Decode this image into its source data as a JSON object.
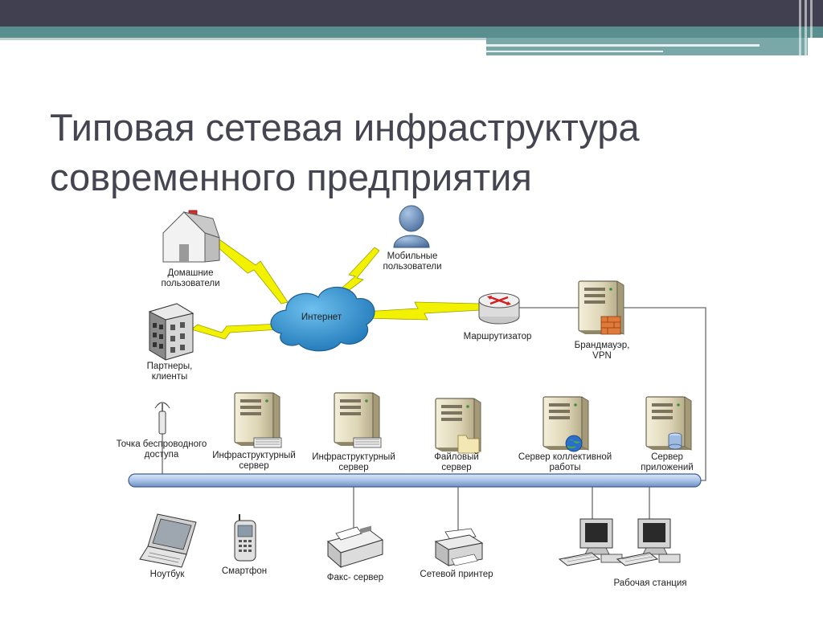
{
  "slide": {
    "title_line1": "Типовая сетевая инфраструктура",
    "title_line2": "современного предприятия"
  },
  "colors": {
    "header_dark": "#404050",
    "header_teal": "#5a8f8f",
    "cloud": "#2e90c8",
    "lightning": "#f2f200",
    "bus": "#aac4e8"
  },
  "nodes": {
    "home_users": {
      "line1": "Домашние",
      "line2": "пользователи",
      "icon": "house-icon"
    },
    "mobile_users": {
      "line1": "Мобильные",
      "line2": "пользователи",
      "icon": "user-icon"
    },
    "internet": {
      "label": "Интернет",
      "icon": "cloud-icon"
    },
    "partners": {
      "line1": "Партнеры,",
      "line2": "клиенты",
      "icon": "office-building-icon"
    },
    "router": {
      "label": "Маршрутизатор",
      "icon": "router-icon"
    },
    "firewall": {
      "line1": "Брандмауэр,",
      "line2": "VPN",
      "icon": "firewall-server-icon"
    },
    "wireless_ap": {
      "line1": "Точка беспроводного",
      "line2": "доступа",
      "icon": "antenna-icon"
    },
    "infra_server_1": {
      "line1": "Инфраструктурный",
      "line2": "сервер",
      "icon": "server-icon"
    },
    "infra_server_2": {
      "line1": "Инфраструктурный",
      "line2": "сервер",
      "icon": "server-icon"
    },
    "file_server": {
      "line1": "Файловый",
      "line2": "сервер",
      "icon": "file-server-icon"
    },
    "collab_server": {
      "line1": "Сервер коллективной",
      "line2": "работы",
      "icon": "globe-server-icon"
    },
    "app_server": {
      "line1": "Сервер",
      "line2": "приложений",
      "icon": "database-server-icon"
    },
    "laptop": {
      "label": "Ноутбук",
      "icon": "laptop-icon"
    },
    "smartphone": {
      "label": "Смартфон",
      "icon": "phone-icon"
    },
    "fax_server": {
      "label": "Факс- сервер",
      "icon": "fax-icon"
    },
    "network_printer": {
      "label": "Сетевой принтер",
      "icon": "printer-icon"
    },
    "workstation": {
      "label": "Рабочая станция",
      "icon": "workstation-icon"
    }
  }
}
